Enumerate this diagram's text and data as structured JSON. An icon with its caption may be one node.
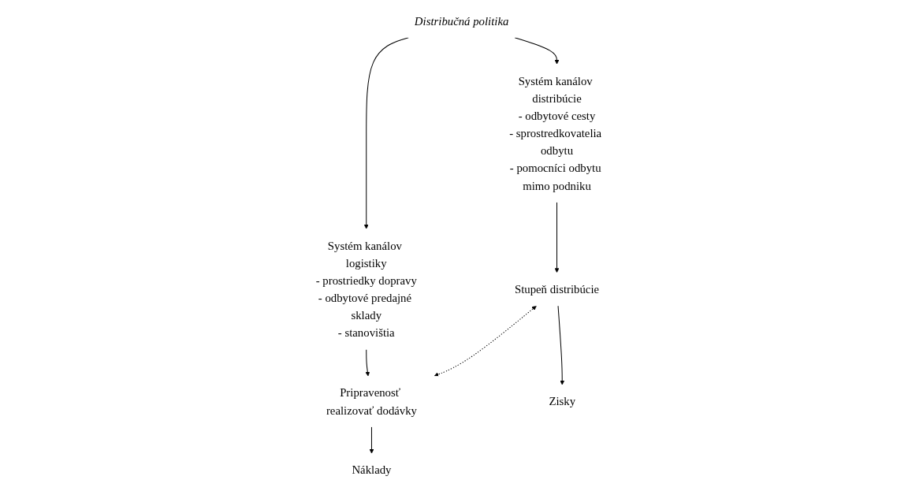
{
  "diagram": {
    "nodes": [
      {
        "text": [
          "Distribučná politika"
        ]
      },
      {
        "text": [
          "Systém kanálov distribúcie",
          "- odbytové cesty",
          "- sprostredkovatelia odbytu",
          "- pomocníci odbytu mimo podniku"
        ]
      },
      {
        "text": [
          "Systém kanálov logistiky",
          "- prostriedky dopravy",
          "- odbytové predajné sklady",
          "- stanovištia"
        ]
      },
      {
        "text": [
          "Stupeň distribúcie"
        ]
      },
      {
        "text": [
          "Pripravenosť realizovať dodávky"
        ]
      },
      {
        "text": [
          "Zisky"
        ]
      },
      {
        "text": [
          "Náklady"
        ]
      }
    ],
    "edges": [
      {
        "from": 0,
        "to": 1,
        "arrow": "to"
      },
      {
        "from": 0,
        "to": 2,
        "arrow": "to"
      },
      {
        "from": 1,
        "to": 3,
        "arrow": "to"
      },
      {
        "from": 2,
        "to": 4,
        "arrow": "to"
      },
      {
        "from": 3,
        "to": 4,
        "arrow": "both",
        "style": "dashed"
      },
      {
        "from": 3,
        "to": 5,
        "arrow": "to"
      },
      {
        "from": 4,
        "to": 6,
        "arrow": "to"
      }
    ]
  }
}
